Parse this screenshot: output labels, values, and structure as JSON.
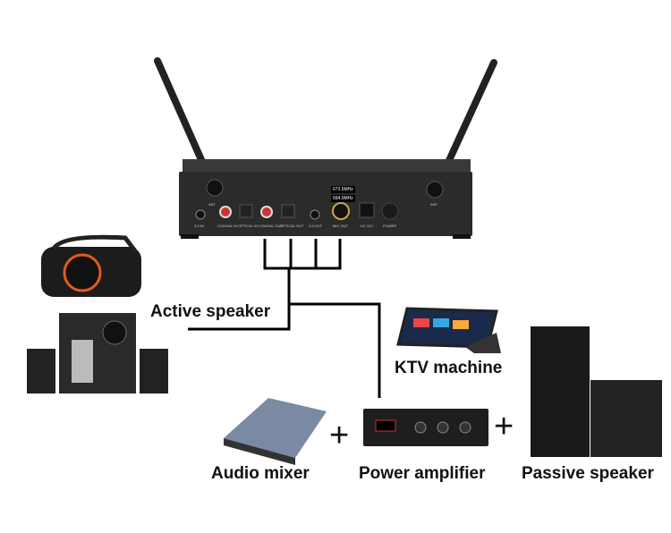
{
  "labels": {
    "active_speaker": "Active speaker",
    "ktv_machine": "KTV machine",
    "audio_mixer": "Audio mixer",
    "power_amplifier": "Power amplifier",
    "passive_speaker": "Passive speaker",
    "plus": "+"
  },
  "receiver_panel": {
    "freq_a": "673.5MHz",
    "freq_b": "694.5MHz",
    "ports": [
      "3.5 IN",
      "COAXIAL IN",
      "OPTICAL IN",
      "COAXIAL OUT",
      "OPTICAL OUT",
      "3.5 OUT",
      "MIC OUT",
      "DC 12V",
      "POWER"
    ],
    "ant": "ANT"
  },
  "colors": {
    "line": "#000000",
    "device": "#2a2a2a"
  }
}
